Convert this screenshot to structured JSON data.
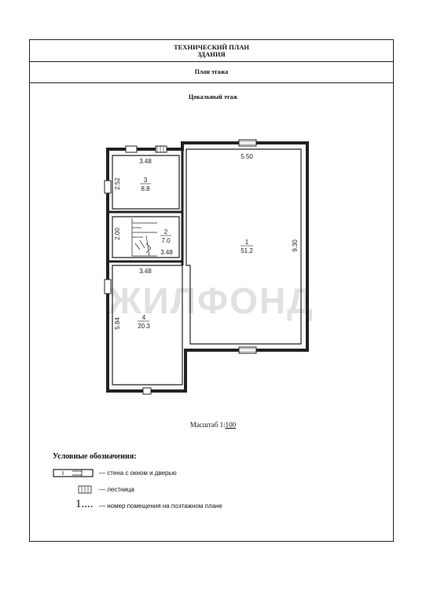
{
  "header": {
    "title_line1": "ТЕХНИЧЕСКИЙ ПЛАН",
    "title_line2": "ЗДАНИЯ",
    "subtitle": "План этажа"
  },
  "floor_title": "Цокальный этаж",
  "watermark": "ЖИЛФОНД",
  "rooms": [
    {
      "number": "1",
      "area": "51.2",
      "dims": [
        "5.50",
        "9.30"
      ]
    },
    {
      "number": "2",
      "area": "7.0",
      "dims": [
        "2.00",
        "3.48"
      ]
    },
    {
      "number": "3",
      "area": "8.8",
      "dims": [
        "3.48",
        "2.52"
      ]
    },
    {
      "number": "4",
      "area": "20.3",
      "dims": [
        "3.48",
        "5.84"
      ]
    }
  ],
  "scale": {
    "label": "Масштаб 1:",
    "value": "100"
  },
  "legend": {
    "title": "Условные обозначения:",
    "items": [
      {
        "text": "— стена с окном и дверью"
      },
      {
        "text": "— лестница"
      },
      {
        "symbol": "1....",
        "text": "— номер помещения на поэтажном плане"
      }
    ]
  }
}
